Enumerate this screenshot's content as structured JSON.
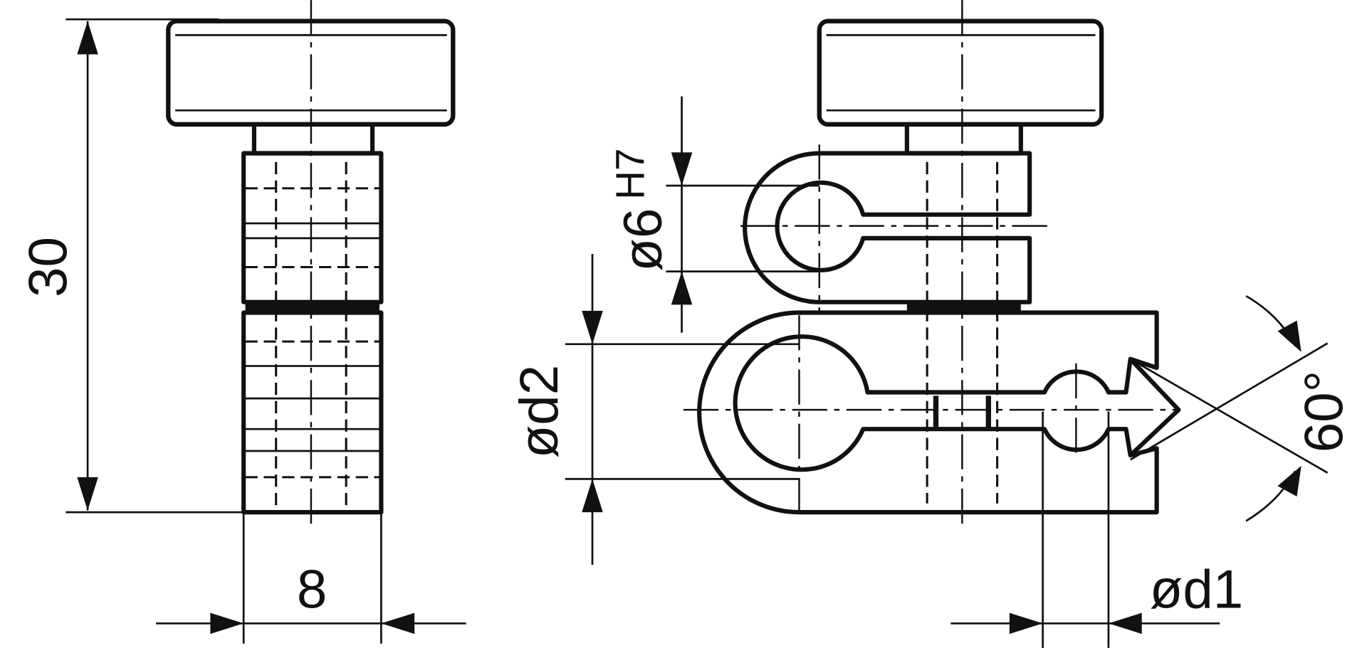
{
  "drawing": {
    "title": "Clamp with knurled screw - technical drawing",
    "dimensions": {
      "height": "30",
      "width": "8",
      "bore_upper": "ø6",
      "bore_upper_tolerance": "H7",
      "bore_lower": "ød2",
      "bore_small": "ød1",
      "angle": "60°"
    }
  }
}
